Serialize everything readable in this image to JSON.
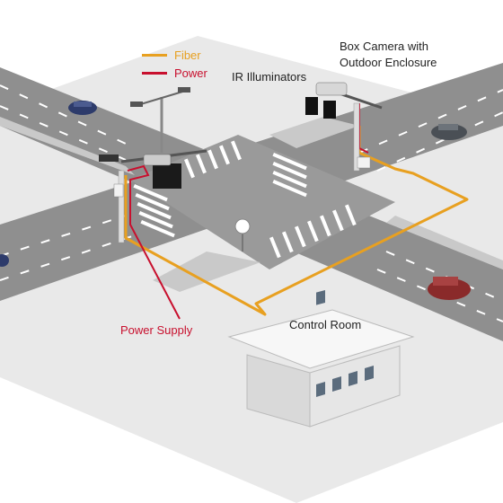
{
  "legend": {
    "fiber": {
      "label": "Fiber",
      "color": "#e8a020"
    },
    "power": {
      "label": "Power",
      "color": "#c8102e"
    }
  },
  "labels": {
    "box_camera_line1": "Box Camera with",
    "box_camera_line2": "Outdoor Enclosure",
    "ir_illuminators": "IR Illuminators",
    "power_supply": "Power Supply",
    "control_room": "Control Room"
  },
  "colors": {
    "label_text": "#222222",
    "power_label": "#c8102e",
    "road": "#8f8f8f",
    "curb": "#cfcfcf",
    "crosswalk": "#ffffff",
    "building": "#e6e6e6",
    "car_blue": "#2d3b6b",
    "car_gray": "#4a4f55",
    "car_red": "#8a2a2a"
  }
}
